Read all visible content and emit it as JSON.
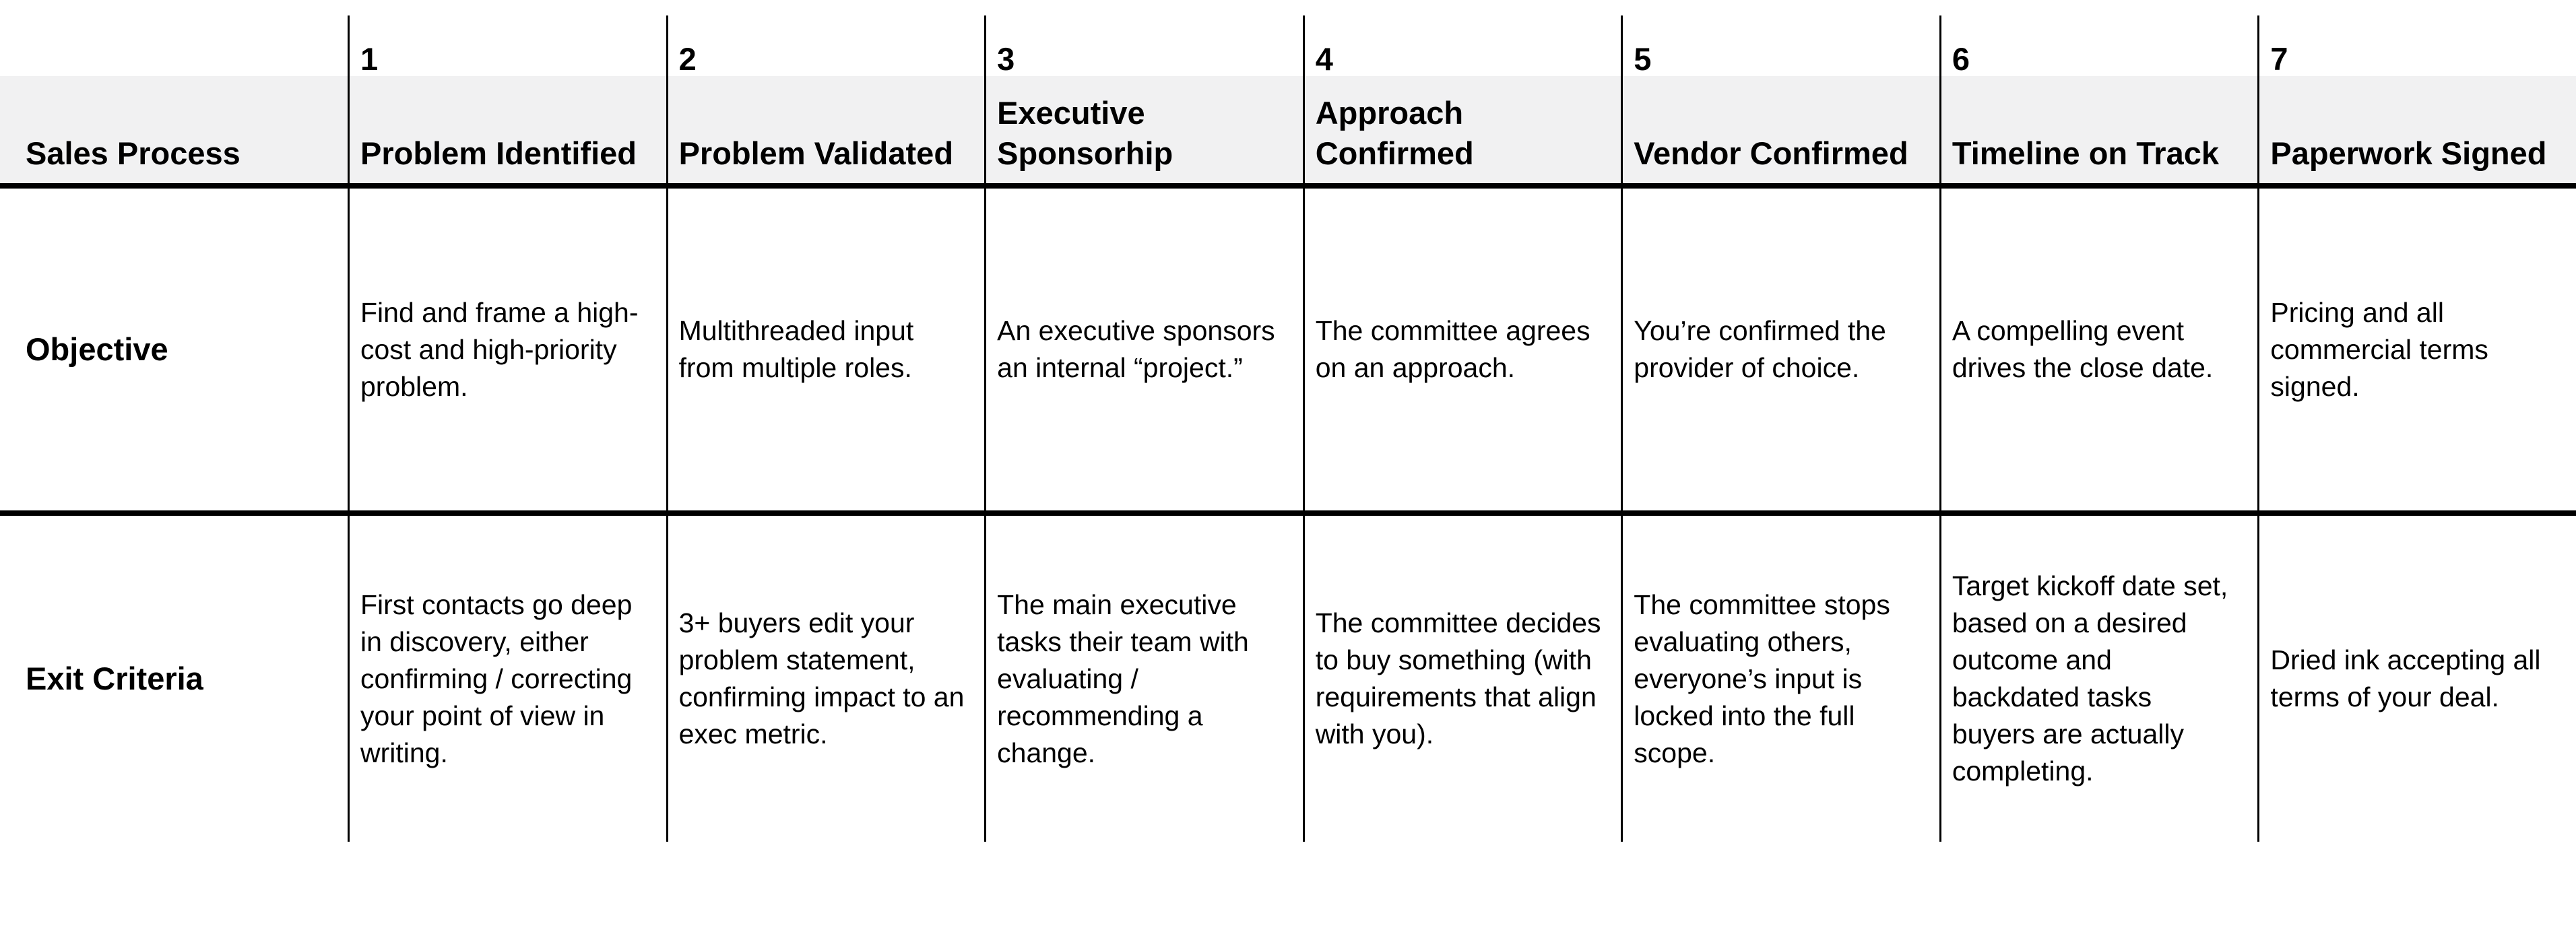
{
  "row_labels": {
    "process": "Sales Process",
    "objective": "Objective",
    "exit": "Exit Criteria"
  },
  "columns": [
    {
      "num": "1",
      "title": "Problem Identified",
      "objective": "Find and frame a high-cost and high-priority problem.",
      "exit": "First contacts go deep in discovery, either confirming / correcting your point of view in writing."
    },
    {
      "num": "2",
      "title": "Problem Validated",
      "objective": "Multithreaded input from multiple roles.",
      "exit": "3+ buyers edit your problem statement, confirming impact to an exec metric."
    },
    {
      "num": "3",
      "title": "Executive Sponsorhip",
      "objective": "An executive sponsors an internal “project.”",
      "exit": "The main executive tasks their team with evaluating / recommending a change."
    },
    {
      "num": "4",
      "title": "Approach Confirmed",
      "objective": "The committee agrees on an approach.",
      "exit": "The committee decides to buy something (with requirements that align with you)."
    },
    {
      "num": "5",
      "title": "Vendor Confirmed",
      "objective": "You’re confirmed the provider of choice.",
      "exit": "The committee stops evaluating others, everyone’s input is locked into the full scope."
    },
    {
      "num": "6",
      "title": "Timeline on Track",
      "objective": "A compelling event drives the close date.",
      "exit": "Target kickoff date set, based on a desired outcome and backdated tasks buyers are actually completing."
    },
    {
      "num": "7",
      "title": "Paperwork Signed",
      "objective": "Pricing and all commercial terms signed.",
      "exit": "Dried ink accepting all terms of your deal."
    }
  ],
  "colors": {
    "header_bg": "#f1f1f2",
    "border": "#000000",
    "text": "#000000"
  }
}
